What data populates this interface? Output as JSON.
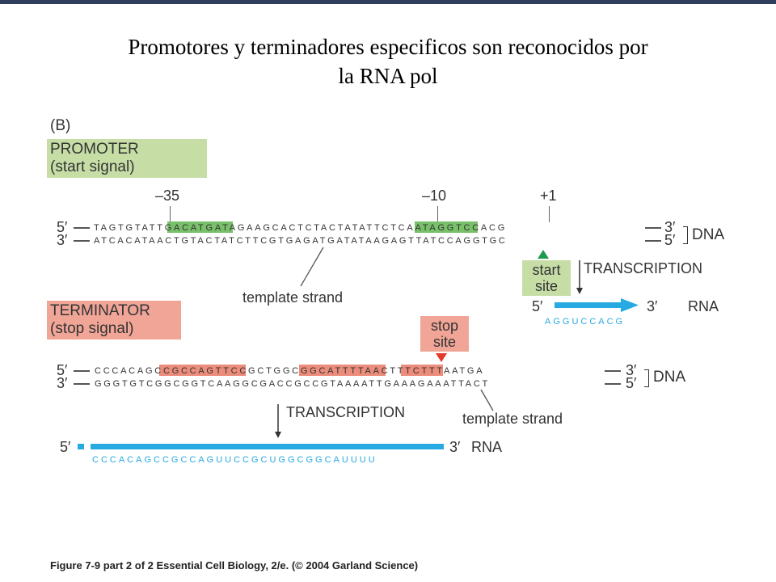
{
  "title_line1": "Promotores y terminadores especificos son reconocidos por",
  "title_line2": "la RNA pol",
  "panel": "(B)",
  "promoter": {
    "label": "PROMOTER\n(start signal)",
    "pos_minus35": "–35",
    "pos_minus10": "–10",
    "pos_plus1": "+1",
    "top_strand": {
      "pre": "TAGTGTA",
      "box35": "TTGACA",
      "mid": "TGATAGAAGCACTCTAC",
      "box10": "TATATT",
      "post": "CTCAATAGGTCCACG"
    },
    "bottom_strand": "ATCACATAACTGTACTATCTTCGTGAGATGATATAAGAGTTATCCAGGTGC",
    "start_site": "start\nsite",
    "transcription": "TRANSCRIPTION",
    "template_strand": "template strand",
    "rna_seq": "AGGUCCACG",
    "rna_label": "RNA",
    "dna_label": "DNA"
  },
  "terminator": {
    "label": "TERMINATOR\n(stop signal)",
    "top_strand": {
      "pre": "CCCACA",
      "box1": "GCCGCCAG",
      "mid": "TTCCG",
      "box2": "CTGGCGGC",
      "a": "A",
      "box3": "TTTT",
      "post": "AACTTTCTTTAATGA"
    },
    "bottom_strand": "GGGTGTCGGCGGTCAAGGCGACCGCCGTAAAATTGAAAGAAATTACT",
    "stop_site": "stop\nsite",
    "transcription": "TRANSCRIPTION",
    "template_strand": "template strand",
    "rna_seq": "CCCACAGCCGCCAGUUCCGCUGGCGGCAUUUU",
    "rna_label": "RNA",
    "dna_label": "DNA"
  },
  "primes": {
    "five": "5′",
    "three": "3′"
  },
  "caption": "Figure 7-9 part 2 of 2  Essential Cell Biology, 2/e. (© 2004 Garland Science)",
  "colors": {
    "green": "#79c06a",
    "red": "#ec8c7b",
    "rna_blue": "#27a9e1",
    "header": "#2e3e5c"
  }
}
